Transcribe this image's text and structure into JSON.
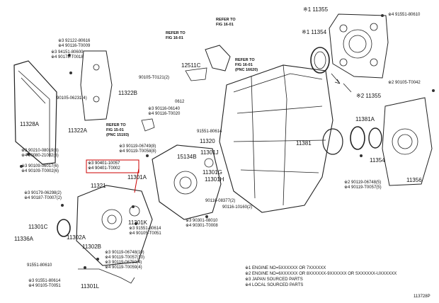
{
  "diagram": {
    "code": "113728P",
    "refs": {
      "r1": "REFER TO\nFIG 16-01",
      "r2": "REFER TO\nFIG 16-01",
      "r3": "REFER TO\nFIG 16-01\n(PNC 16620)",
      "r4": "REFER TO\nFIG 15-01\n(PNC 15193)"
    },
    "labels": {
      "p11355": "※1 11355",
      "p91551_80610_top": "※4 91551-80610",
      "p11354_top": "※1 11354",
      "p392122": "※3 92122-80616",
      "p490116_t0009": "※4 90116-T0009",
      "p394151": "※3 94151-80600",
      "p490178_t0018": "※4 90178-T0018",
      "p12511c": "12511C",
      "p90105_t0121": "90105-T0121(2)",
      "p90105_06231": "90105-06231(4)",
      "p11322b": "11322B",
      "p290105_t0042": "※2 90105-T0042",
      "p11355_right": "※2 11355",
      "p_0612": "0612",
      "p390116_06140": "※3 90116-06140",
      "p490116_t0020": "※4 90116-T0020",
      "p11328a": "11328A",
      "p11322a": "11322A",
      "p11320": "11320",
      "p91551_80614_mid": "91551-80614",
      "p11381a": "11381A",
      "p11381": "11381",
      "p390119_06749": "※3 90119-06749(8)",
      "p490119_t0058": "※4 90119-T0058(8)",
      "p15134b": "15134B",
      "p11301j": "11301J",
      "p390210": "※3 90210-08019(6)",
      "p490080_21002": "※4 90080-21002(6)",
      "p390109_06017": "※3 90109-06017(6)",
      "p490109_t0002": "※4 90109-T0002(6)",
      "p390401_10057": "※3 90401-10057",
      "p490401_t0002": "※4 90401-T0002",
      "p11301a": "11301A",
      "p11301g": "11301G",
      "p11301h": "11301H",
      "p11354_right": "11354",
      "p290119_06748_5": "※2 90119-06748(5)",
      "p490119_t0057_5": "※4 90119-T0057(5)",
      "p11356": "11356",
      "p11321": "11321",
      "p390179_06298": "※3 90179-06298(2)",
      "p490187_t0007": "※4 90187-T0007(2)",
      "p90116_08377": "90116-08377(2)",
      "p90116_10160": "90116-10160(2)",
      "p11301k": "11301K",
      "p391551_80614": "※3 91551-80614",
      "p490105_t0051": "※4 90105-T0051",
      "p390301_08010": "※3 90301-08010",
      "p490301_t0008": "※4 90301-T0008",
      "p11301c": "11301C",
      "p11336a": "11336A",
      "p11302a": "11302A",
      "p11302b": "11302B",
      "p390119_06748_10": "※3 90119-06748(10)",
      "p490119_t0057_10": "※4 90119-T0057(10)",
      "p390119_06750": "※3 90119-06750(4)",
      "p490119_t0059": "※4 90119-T0059(4)",
      "p91551_80610_left": "91551-80610",
      "p391551_80614_bl": "※3 91551-80614",
      "p490105_t0051_bl": "※4 90105-T0051",
      "p11301l": "11301L"
    },
    "notes": [
      "※1 ENGINE NO=5XXXXXX OR 7XXXXXX",
      "※2 ENGINE NO=6XXXXXX OR 8XXXXXX-9XXXXXX OR SXXXXXX-UXXXXXX",
      "※3 JAPAN SOURCED PARTS",
      "※4 LOCAL SOURCED PARTS"
    ]
  }
}
